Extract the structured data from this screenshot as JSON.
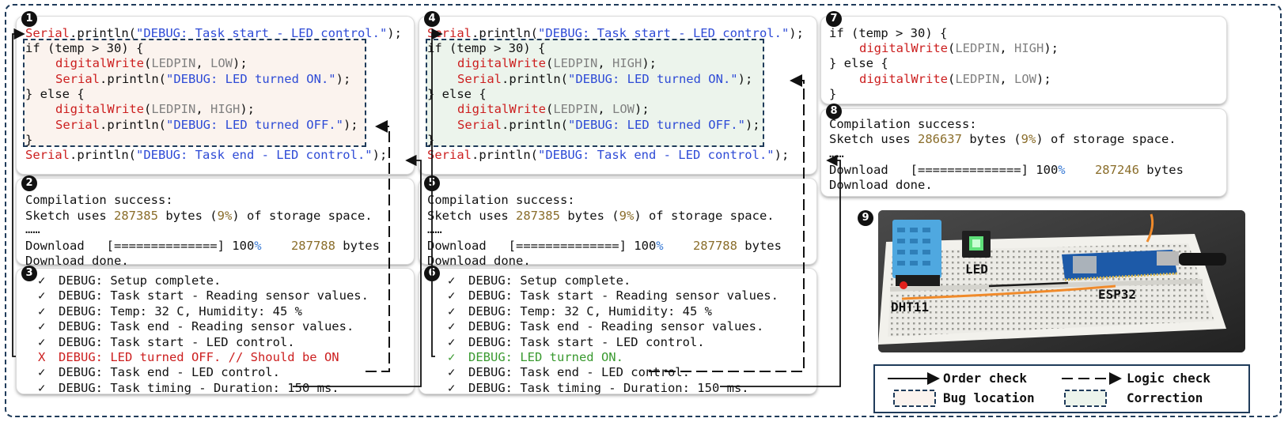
{
  "panels": {
    "p1": {
      "badge": "1",
      "line0": {
        "a": "Serial",
        "b": ".println(",
        "c": "\"DEBUG: Task start - LED control.\"",
        "d": ");"
      },
      "line1": "if (temp > 30) {",
      "line2": {
        "a": "digitalWrite",
        "b": "(",
        "c": "LEDPIN",
        "d": ", ",
        "e": "LOW",
        "f": ");"
      },
      "line3": {
        "a": "Serial",
        "b": ".println(",
        "c": "\"DEBUG: LED turned ON.\"",
        "d": ");"
      },
      "line4": "} else {",
      "line5": {
        "a": "digitalWrite",
        "b": "(",
        "c": "LEDPIN",
        "d": ", ",
        "e": "HIGH",
        "f": ");"
      },
      "line6": {
        "a": "Serial",
        "b": ".println(",
        "c": "\"DEBUG: LED turned OFF.\"",
        "d": ");"
      },
      "line7": "}",
      "line8": {
        "a": "Serial",
        "b": ".println(",
        "c": "\"DEBUG: Task end - LED control.\"",
        "d": ");"
      }
    },
    "p2": {
      "badge": "2",
      "line0": "Compilation success:",
      "line1": {
        "a": "Sketch uses ",
        "b": "287385",
        "c": " bytes (",
        "d": "9%",
        "e": ") of storage space."
      },
      "line2": "……",
      "line3": {
        "a": "Download   [==============] 100",
        "b": "%",
        "c": "    ",
        "d": "287788",
        "e": " bytes"
      },
      "line4": "Download done."
    },
    "p3": {
      "badge": "3",
      "items": [
        {
          "mark": "✓",
          "text": "DEBUG: Setup complete."
        },
        {
          "mark": "✓",
          "text": "DEBUG: Task start - Reading sensor values."
        },
        {
          "mark": "✓",
          "text": "DEBUG: Temp: 32 C, Humidity: 45 %"
        },
        {
          "mark": "✓",
          "text": "DEBUG: Task end - Reading sensor values."
        },
        {
          "mark": "✓",
          "text": "DEBUG: Task start - LED control."
        },
        {
          "mark": "X",
          "text": "DEBUG: LED turned OFF. // Should be ON"
        },
        {
          "mark": "✓",
          "text": "DEBUG: Task end - LED control."
        },
        {
          "mark": "✓",
          "text": "DEBUG: Task timing - Duration: 150 ms."
        }
      ]
    },
    "p4": {
      "badge": "4",
      "line0": {
        "a": "Serial",
        "b": ".println(",
        "c": "\"DEBUG: Task start - LED control.\"",
        "d": ");"
      },
      "line1": "if (temp > 30) {",
      "line2": {
        "a": "digitalWrite",
        "b": "(",
        "c": "LEDPIN",
        "d": ", ",
        "e": "HIGH",
        "f": ");"
      },
      "line3": {
        "a": "Serial",
        "b": ".println(",
        "c": "\"DEBUG: LED turned ON.\"",
        "d": ");"
      },
      "line4": "} else {",
      "line5": {
        "a": "digitalWrite",
        "b": "(",
        "c": "LEDPIN",
        "d": ", ",
        "e": "LOW",
        "f": ");"
      },
      "line6": {
        "a": "Serial",
        "b": ".println(",
        "c": "\"DEBUG: LED turned OFF.\"",
        "d": ");"
      },
      "line7": "}",
      "line8": {
        "a": "Serial",
        "b": ".println(",
        "c": "\"DEBUG: Task end - LED control.\"",
        "d": ");"
      }
    },
    "p5": {
      "badge": "5",
      "line0": "Compilation success:",
      "line1": {
        "a": "Sketch uses ",
        "b": "287385",
        "c": " bytes (",
        "d": "9%",
        "e": ") of storage space."
      },
      "line2": "……",
      "line3": {
        "a": "Download   [==============] 100",
        "b": "%",
        "c": "    ",
        "d": "287788",
        "e": " bytes"
      },
      "line4": "Download done."
    },
    "p6": {
      "badge": "6",
      "items": [
        {
          "mark": "✓",
          "text": "DEBUG: Setup complete."
        },
        {
          "mark": "✓",
          "text": "DEBUG: Task start - Reading sensor values."
        },
        {
          "mark": "✓",
          "text": "DEBUG: Temp: 32 C, Humidity: 45 %"
        },
        {
          "mark": "✓",
          "text": "DEBUG: Task end - Reading sensor values."
        },
        {
          "mark": "✓",
          "text": "DEBUG: Task start - LED control."
        },
        {
          "mark": "✓",
          "text": "DEBUG: LED turned ON."
        },
        {
          "mark": "✓",
          "text": "DEBUG: Task end - LED control."
        },
        {
          "mark": "✓",
          "text": "DEBUG: Task timing - Duration: 150 ms."
        }
      ]
    },
    "p7": {
      "badge": "7",
      "line0": "if (temp > 30) {",
      "line1": {
        "a": "digitalWrite",
        "b": "(",
        "c": "LEDPIN",
        "d": ", ",
        "e": "HIGH",
        "f": ");"
      },
      "line2": "} else {",
      "line3": {
        "a": "digitalWrite",
        "b": "(",
        "c": "LEDPIN",
        "d": ", ",
        "e": "LOW",
        "f": ");"
      },
      "line4": "}"
    },
    "p8": {
      "badge": "8",
      "line0": "Compilation success:",
      "line1": {
        "a": "Sketch uses ",
        "b": "286637",
        "c": " bytes (",
        "d": "9%",
        "e": ") of storage space."
      },
      "line2": "……",
      "line3": {
        "a": "Download   [==============] 100",
        "b": "%",
        "c": "    ",
        "d": "287246",
        "e": " bytes"
      },
      "line4": "Download done."
    },
    "p9": {
      "badge": "9",
      "labels": {
        "led": "LED",
        "dht": "DHT11",
        "esp": "ESP32"
      }
    }
  },
  "legend": {
    "order": "Order check",
    "logic": "Logic check",
    "bug": "Bug location",
    "correction": "Correction"
  },
  "colors": {
    "bug_fill": "#fbf3ee",
    "correction_fill": "#ecf4ec",
    "frame": "#1f3b5a",
    "error_red": "#cc1f1f",
    "ok_green": "#3a9a30",
    "string_blue": "#2e4bd6",
    "number_gold": "#8a6d2a"
  }
}
